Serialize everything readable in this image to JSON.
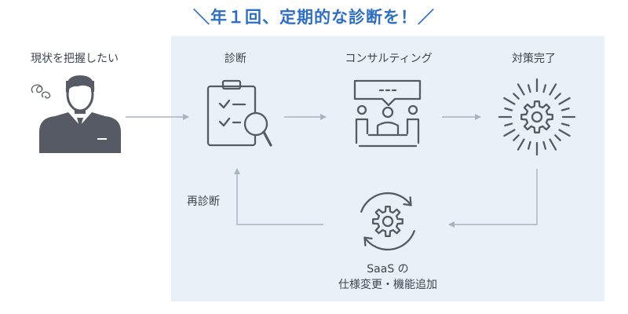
{
  "headline": "＼年１回、定期的な診断を！／",
  "labels": {
    "current_state": "現状を把握したい",
    "diagnosis": "診断",
    "consulting": "コンサルティング",
    "completion": "対策完了",
    "rediagnosis": "再診断"
  },
  "saas_caption": {
    "line1": "SaaS の",
    "line2": "仕様変更・機能追加"
  },
  "colors": {
    "headline": "#2f6fc1",
    "panel": "#e8f1f8",
    "icon": "#555a64",
    "arrow": "#a7b4c1"
  },
  "icons": [
    "worried-person-icon",
    "clipboard-magnifier-icon",
    "meeting-discussion-icon",
    "gear-burst-icon",
    "gear-cycle-icon"
  ]
}
